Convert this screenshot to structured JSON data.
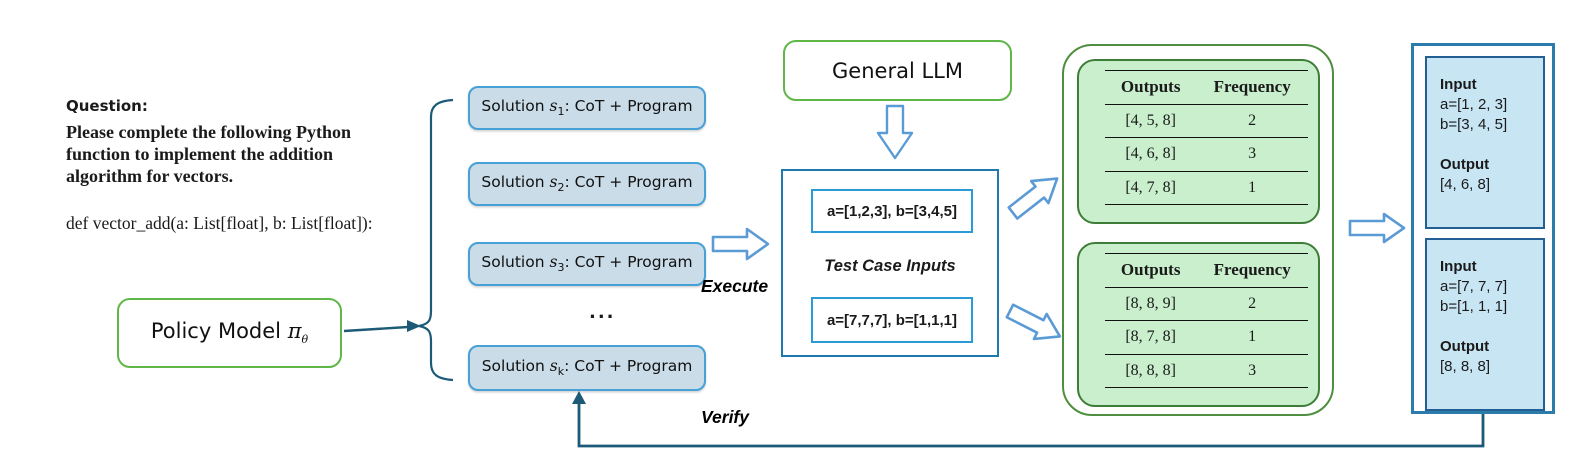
{
  "question": {
    "heading": "Question:",
    "b1": "Please complete the following Python",
    "b2": "function to implement the addition",
    "b3": "algorithm for vectors.",
    "code": "def vector_add(a: List[float], b: List[float]):"
  },
  "policy_model": {
    "pre": "Policy Model ",
    "pi": "π",
    "theta": "θ"
  },
  "general_llm": {
    "label": "General LLM"
  },
  "solutions": [
    {
      "pre": "Solution ",
      "s": "s",
      "sub": "1",
      "post": ": CoT + Program"
    },
    {
      "pre": "Solution ",
      "s": "s",
      "sub": "2",
      "post": ": CoT + Program"
    },
    {
      "pre": "Solution ",
      "s": "s",
      "sub": "3",
      "post": ": CoT + Program"
    },
    {
      "pre": "Solution ",
      "s": "s",
      "sub": "k",
      "post": ": CoT + Program"
    }
  ],
  "dots": "...",
  "execute_label": "Execute",
  "verify_label": "Verify",
  "test_cases": {
    "title": "Test Case Inputs",
    "case1": "a=[1,2,3], b=[3,4,5]",
    "case2": "a=[7,7,7], b=[1,1,1]"
  },
  "tables": [
    {
      "headers": [
        "Outputs",
        "Frequency"
      ],
      "rows": [
        [
          "[4, 5, 8]",
          "2"
        ],
        [
          "[4, 6, 8]",
          "3"
        ],
        [
          "[4, 7, 8]",
          "1"
        ]
      ]
    },
    {
      "headers": [
        "Outputs",
        "Frequency"
      ],
      "rows": [
        [
          "[8, 8, 9]",
          "2"
        ],
        [
          "[8, 7, 8]",
          "1"
        ],
        [
          "[8, 8, 8]",
          "3"
        ]
      ]
    }
  ],
  "results": [
    {
      "input_label": "Input",
      "a": "a=[1, 2, 3]",
      "b": "b=[3, 4, 5]",
      "output_label": "Output",
      "output": "[4, 6, 8]"
    },
    {
      "input_label": "Input",
      "a": "a=[7, 7, 7]",
      "b": "b=[1, 1, 1]",
      "output_label": "Output",
      "output": "[8, 8, 8]"
    }
  ],
  "colors": {
    "model_green": "#5fb748",
    "table_green_border": "#3e7d38",
    "table_green_fill": "#c9efcd",
    "solution_fill": "#c9dce8",
    "solution_border": "#47a0d6",
    "hollow_arrow_blue": "#5b9bd5",
    "line_teal": "#1c5a77",
    "result_fill": "#c8e5f4",
    "result_border": "#235f93",
    "panel_border": "#2b7cab"
  }
}
